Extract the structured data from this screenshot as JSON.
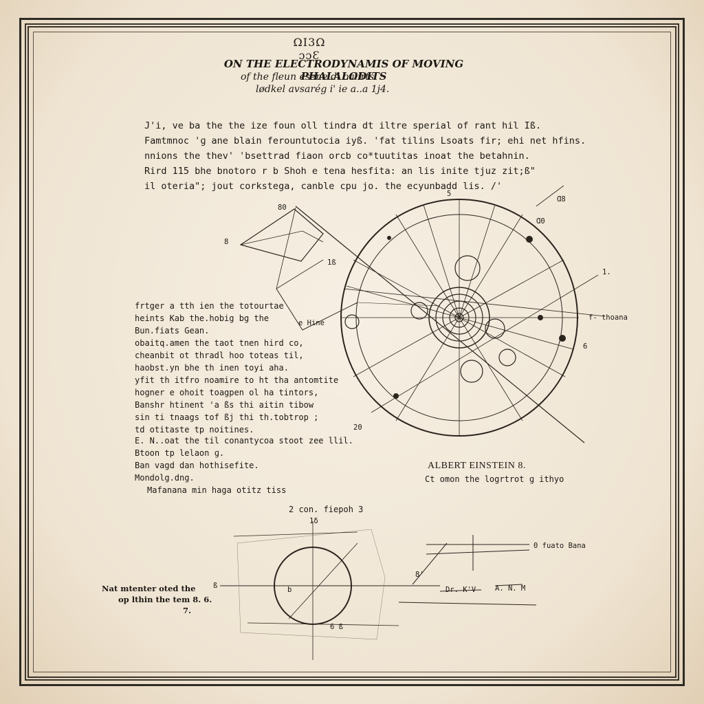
{
  "page": {
    "number": "ΩΙ3Ω ɔɔƐ",
    "title": "ON THE ELECTRODYNAMIS OF MOVING PHALALODITS",
    "subtitle": "of the fleun esene dl oalirts'",
    "subtitle2": "lødkel avsarég i' ie a..a 1j4."
  },
  "intro_lines": [
    "J'i, ve ba the the ize foun oll tindra dt iltre sperial of rant hil Iß.",
    "Famtmnoc 'ɡ ane blain ferountutocia iyß. 'fat tilins Lsoats fir; ehi net hfins.",
    "nnions the thev' 'bsettrad fiaon orcb co*tuutitas inoat the betahnin.",
    "Rird 115 bhe bnotoro r b Shoh e tena hesfita: an lis inite tjuz zit;ß\"",
    "il oteria\"; jout corkstega, canble cpu jo. the ecyunbadd lis. /'"
  ],
  "side_lines": [
    "frtger a tth ien the totourtae",
    "heints Kab the.hobig bg the",
    "Bun.fiats Gean.",
    "obaitq.amen the taot tnen hird co,",
    "cheanbit ot thradl hoo toteas til,",
    "haobst.yn bhe th inen toyi aha.",
    "yfit th itfro noamire to ht tha antomtite",
    "hogner e ohoit toagpen ol ha tintors,",
    "Banshr htinent 'a ßs thi aitin tibow",
    "sin ti tnaags tof ßj thi th.tobtrop ;",
    "td otitaste tp noitines."
  ],
  "lower_lines": [
    "E. N..oat the til conantycoa stoot zee llil.",
    "Btoon tp lelaon ɡ.",
    "Ban vagd dan hothisefite.",
    "Mondolg.dng.",
    "Mafanana min haga otitz tiss"
  ],
  "author": {
    "name": "ALBERT EINSTEIN 8.",
    "note": "Ct omon the logrtrot ɡ ithyo"
  },
  "figure": {
    "label": "2 con. fiepoh 3"
  },
  "caption_lines": [
    "Nat mtenter oted the",
    "op lthin the tem",
    "8. 6.",
    "7."
  ],
  "diagram_labels": {
    "a1": "80",
    "a2": "8",
    "a3": "5",
    "a4": "1ß",
    "a5": "e Hine",
    "a6": "f- thoana",
    "a7": "6",
    "a8": "Ɑ0",
    "a9": "Ɑ8",
    "a10": "20",
    "a11": "0 fuato Bana",
    "a12": "Dr. K'V",
    "a13": "A. N. M",
    "a14": "b",
    "a15": "1δ",
    "a16": "6 ß",
    "a17": "ß",
    "a18": "1.",
    "a19": "8'"
  },
  "colors": {
    "paper": "#f6efe3",
    "ink": "#1c1813",
    "frame": "#2e2a24"
  }
}
